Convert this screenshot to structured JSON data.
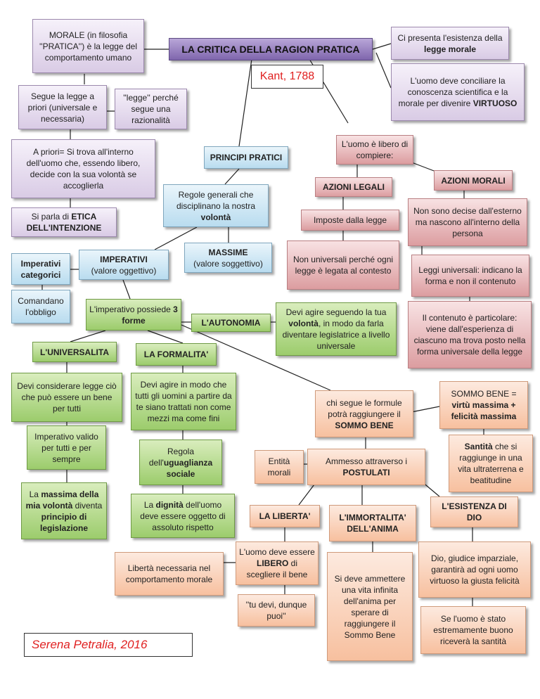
{
  "title": "LA CRITICA DELLA RAGION PRATICA",
  "subtitle": "Kant, 1788",
  "author": "Serena  Petralia, 2016",
  "colors": {
    "title": "#8b72b8",
    "purple": "#ddd0e8",
    "blue": "#bfdff0",
    "red": "#de9fa2",
    "green": "#a0cf70",
    "orange": "#f8c4a4",
    "accent_text": "#e02020"
  },
  "nodes": {
    "morale_def": "MORALE (in filosofia ''PRATICA'') è la legge del comportamento umano",
    "segue_legge": "Segue la legge a priori (universale e necessaria)",
    "legge_perche": "''legge'' perché segue una razionalità",
    "a_priori": "A priori= Si trova all'interno dell'uomo che, essendo libero, decide con la  sua volontà se accoglierla",
    "etica_pre": "Si parla di ",
    "etica_bold": "ETICA DELL'INTENZIONE",
    "presenta_pre": "Ci presenta l'esistenza della ",
    "presenta_bold": "legge morale",
    "conciliare_pre": "L'uomo deve conciliare la conoscenza scientifica e la morale per divenire",
    "conciliare_bold": "VIRTUOSO",
    "principi_pratici": "PRINCIPI PRATICI",
    "regole_pre": "Regole generali che disciplinano la nostra",
    "regole_bold": "volontà",
    "imperativi_bold": "IMPERATIVI",
    "imperativi_sub": "(valore oggettivo)",
    "massime_bold": "MASSIME",
    "massime_sub": "(valore soggettivo)",
    "imp_categorici": "Imperativi categorici",
    "comandano": "Comandano l'obbligo",
    "imperativo_forme_pre": "L'imperativo possiede ",
    "imperativo_forme_bold": "3 forme",
    "autonomia": "L'AUTONOMIA",
    "autonomia_desc_1": "Devi agire seguendo la tua ",
    "autonomia_desc_bold": "volontà",
    "autonomia_desc_2": ", in modo da farla diventare legislatrice a livello universale",
    "universalita": "L'UNIVERSALITA",
    "formalita": "LA FORMALITA'",
    "univ_desc": "Devi considerare legge ciò che può essere un bene per tutti",
    "univ_valido": "Imperativo valido per tutti e per sempre",
    "univ_massima_1": "La ",
    "univ_massima_b1": "massima della mia volontà",
    "univ_massima_2": " diventa ",
    "univ_massima_b2": "principio di legislazione",
    "form_desc": "Devi agire in modo che tutti gli uomini a partire da te siano trattati non come mezzi ma come fini",
    "form_regola_1": "Regola dell'",
    "form_regola_bold": "uguaglianza sociale",
    "form_dignita_1": "La ",
    "form_dignita_bold": "dignità",
    "form_dignita_2": " dell'uomo deve essere oggetto di assoluto rispetto",
    "libero_compiere": "L'uomo è libero di compiere:",
    "azioni_legali": "AZIONI LEGALI",
    "azioni_morali": "AZIONI MORALI",
    "imposte": "Imposte dalla legge",
    "non_universali": "Non universali perché ogni legge è legata al contesto",
    "non_decise": "Non sono decise dall'esterno ma nascono all'interno della persona",
    "leggi_universali": "Leggi universali: indicano la forma e non il contenuto",
    "contenuto_particolare": "Il contenuto è particolare: viene dall'esperienza di ciascuno ma trova posto nella forma universale della legge",
    "sommo_bene_def_1": "SOMMO BENE = ",
    "sommo_bene_def_bold": "virtù massima + felicità massima",
    "formule_pre": "chi segue le formule potrà raggiungere il",
    "formule_bold": "SOMMO BENE",
    "santita_bold": "Santità",
    "santita_rest": " che si raggiunge in una vita ultraterrena e beatitudine",
    "entita": "Entità morali",
    "postulati_pre": "Ammesso attraverso  i",
    "postulati_bold": "POSTULATI",
    "liberta": "LA LIBERTA'",
    "immortalita": "L'IMMORTALITA' DELL'ANIMA",
    "esistenza_dio": "L'ESISTENZA DI DIO",
    "liberta_necessaria": "Libertà necessaria nel comportamento morale",
    "libero_scegliere_1": "L'uomo deve essere ",
    "libero_scegliere_bold": "LIBERO",
    "libero_scegliere_2": " di scegliere il bene",
    "tu_devi": "''tu devi, dunque puoi''",
    "vita_infinita": "Si deve ammettere una vita infinita dell'anima per sperare di raggiungere il Sommo Bene",
    "dio_giudice": "Dio, giudice imparziale, garantirà ad ogni uomo virtuoso la giusta felicità",
    "estremamente_buono": "Se l'uomo è stato estremamente buono riceverà la santità"
  }
}
